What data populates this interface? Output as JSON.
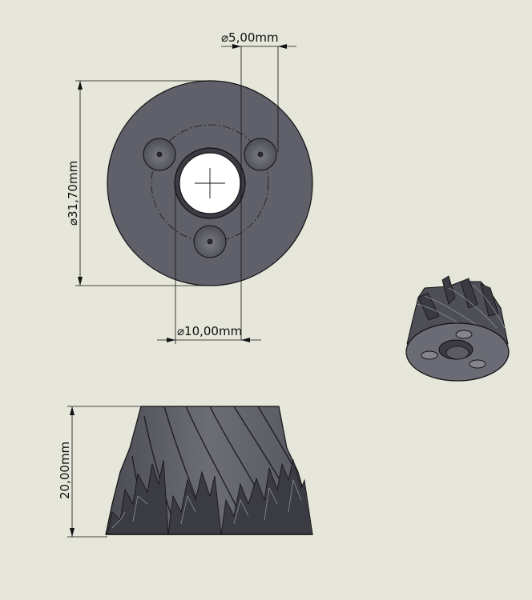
{
  "dimensions": {
    "hole_dia": "⌀5,00mm",
    "outer_dia": "⌀31,70mm",
    "bore_dia": "⌀10,00mm",
    "height": "20,00mm"
  },
  "colors": {
    "background": "#e6e6da",
    "part": "#5f6069",
    "part_light": "#8b8c95",
    "line": "#111111"
  }
}
